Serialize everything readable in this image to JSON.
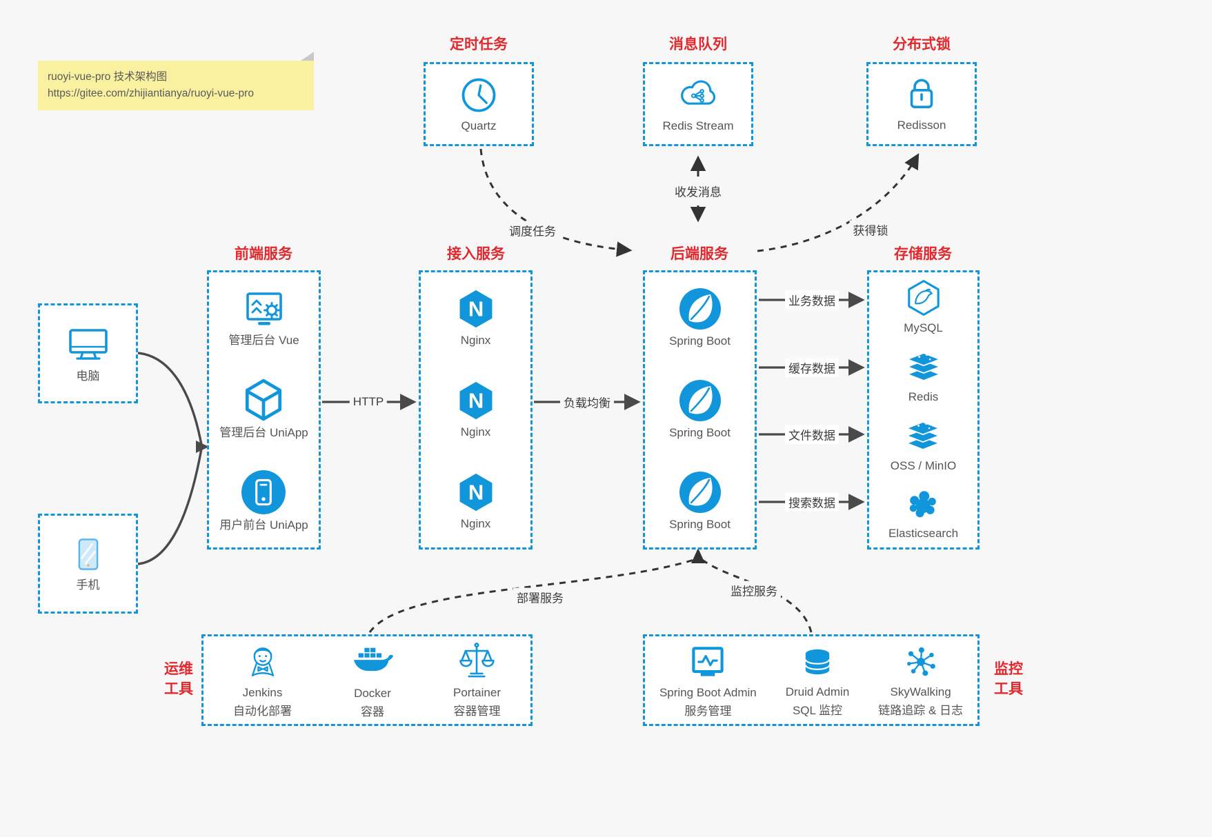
{
  "note": {
    "line1": "ruoyi-vue-pro 技术架构图",
    "line2": "https://gitee.com/zhijiantianya/ruoyi-vue-pro"
  },
  "colors": {
    "accent_blue": "#1296db",
    "title_red": "#e3282d",
    "solid_arrow": "#4a4a4a",
    "dashed_arrow": "#333333",
    "label_gray": "#555555",
    "background": "#f7f7f7",
    "note_yellow": "#faf1a0"
  },
  "top_groups": [
    {
      "title": "定时任务",
      "node": {
        "icon": "clock-icon",
        "label": "Quartz"
      }
    },
    {
      "title": "消息队列",
      "node": {
        "icon": "cloud-share-icon",
        "label": "Redis Stream"
      }
    },
    {
      "title": "分布式锁",
      "node": {
        "icon": "lock-icon",
        "label": "Redisson"
      }
    }
  ],
  "clients": [
    {
      "icon": "desktop-icon",
      "label": "电脑"
    },
    {
      "icon": "smartphone-icon",
      "label": "手机"
    }
  ],
  "columns": [
    {
      "title": "前端服务",
      "items": [
        {
          "icon": "admin-vue-icon",
          "label": "管理后台 Vue"
        },
        {
          "icon": "cube-icon",
          "label": "管理后台 UniApp"
        },
        {
          "icon": "mobile-app-icon",
          "label": "用户前台 UniApp"
        }
      ]
    },
    {
      "title": "接入服务",
      "items": [
        {
          "icon": "nginx-icon",
          "label": "Nginx"
        },
        {
          "icon": "nginx-icon",
          "label": "Nginx"
        },
        {
          "icon": "nginx-icon",
          "label": "Nginx"
        }
      ]
    },
    {
      "title": "后端服务",
      "items": [
        {
          "icon": "spring-boot-icon",
          "label": "Spring Boot"
        },
        {
          "icon": "spring-boot-icon",
          "label": "Spring Boot"
        },
        {
          "icon": "spring-boot-icon",
          "label": "Spring Boot"
        }
      ]
    },
    {
      "title": "存储服务",
      "items": [
        {
          "icon": "mysql-icon",
          "label": "MySQL"
        },
        {
          "icon": "redis-icon",
          "label": "Redis"
        },
        {
          "icon": "oss-icon",
          "label": "OSS / MinIO"
        },
        {
          "icon": "elasticsearch-icon",
          "label": "Elasticsearch"
        }
      ]
    }
  ],
  "bottom_groups": [
    {
      "title": "运维\n工具",
      "items": [
        {
          "icon": "jenkins-icon",
          "label": "Jenkins",
          "sublabel": "自动化部署"
        },
        {
          "icon": "docker-icon",
          "label": "Docker",
          "sublabel": "容器"
        },
        {
          "icon": "portainer-icon",
          "label": "Portainer",
          "sublabel": "容器管理"
        }
      ]
    },
    {
      "title": "监控\n工具",
      "items": [
        {
          "icon": "spring-boot-admin-icon",
          "label": "Spring Boot Admin",
          "sublabel": "服务管理"
        },
        {
          "icon": "druid-icon",
          "label": "Druid Admin",
          "sublabel": "SQL 监控"
        },
        {
          "icon": "skywalking-icon",
          "label": "SkyWalking",
          "sublabel": "链路追踪 & 日志"
        }
      ]
    }
  ],
  "edges": {
    "http": "HTTP",
    "load_balance": "负载均衡",
    "schedule": "调度任务",
    "message": "收发消息",
    "lock": "获得锁",
    "business": "业务数据",
    "cache": "缓存数据",
    "file": "文件数据",
    "search": "搜索数据",
    "deploy": "部署服务",
    "monitor": "监控服务"
  }
}
